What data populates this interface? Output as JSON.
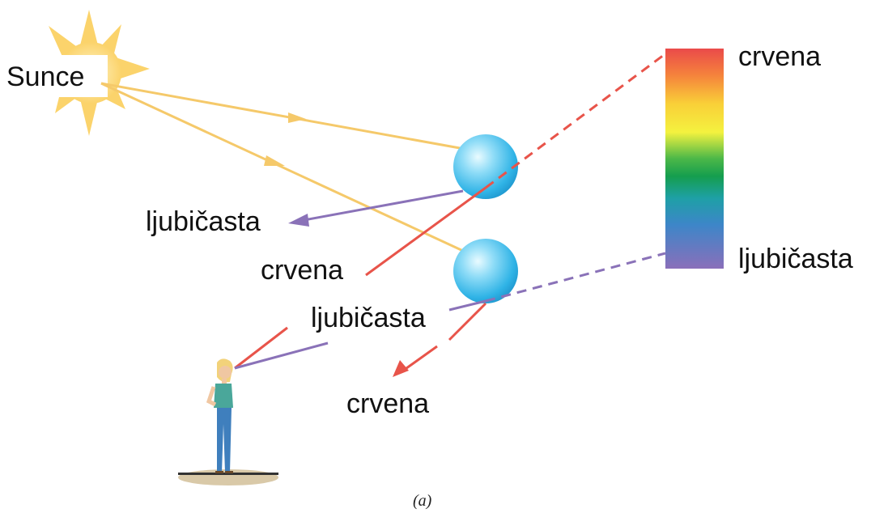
{
  "labels": {
    "sun": "Sunce",
    "violet_left": "ljubičasta",
    "red_mid": "crvena",
    "violet_mid": "ljubičasta",
    "red_bottom": "crvena",
    "spectrum_top": "crvena",
    "spectrum_bottom": "ljubičasta"
  },
  "caption": "(a)",
  "colors": {
    "sunlight": "#f5c96a",
    "red_ray": "#e8544a",
    "violet_ray": "#8a72b8",
    "droplet": "#5cc8ee",
    "sun": "#fbd36b"
  },
  "icons": [
    "sun-icon",
    "water-droplet-icon",
    "observer-figure-icon"
  ]
}
